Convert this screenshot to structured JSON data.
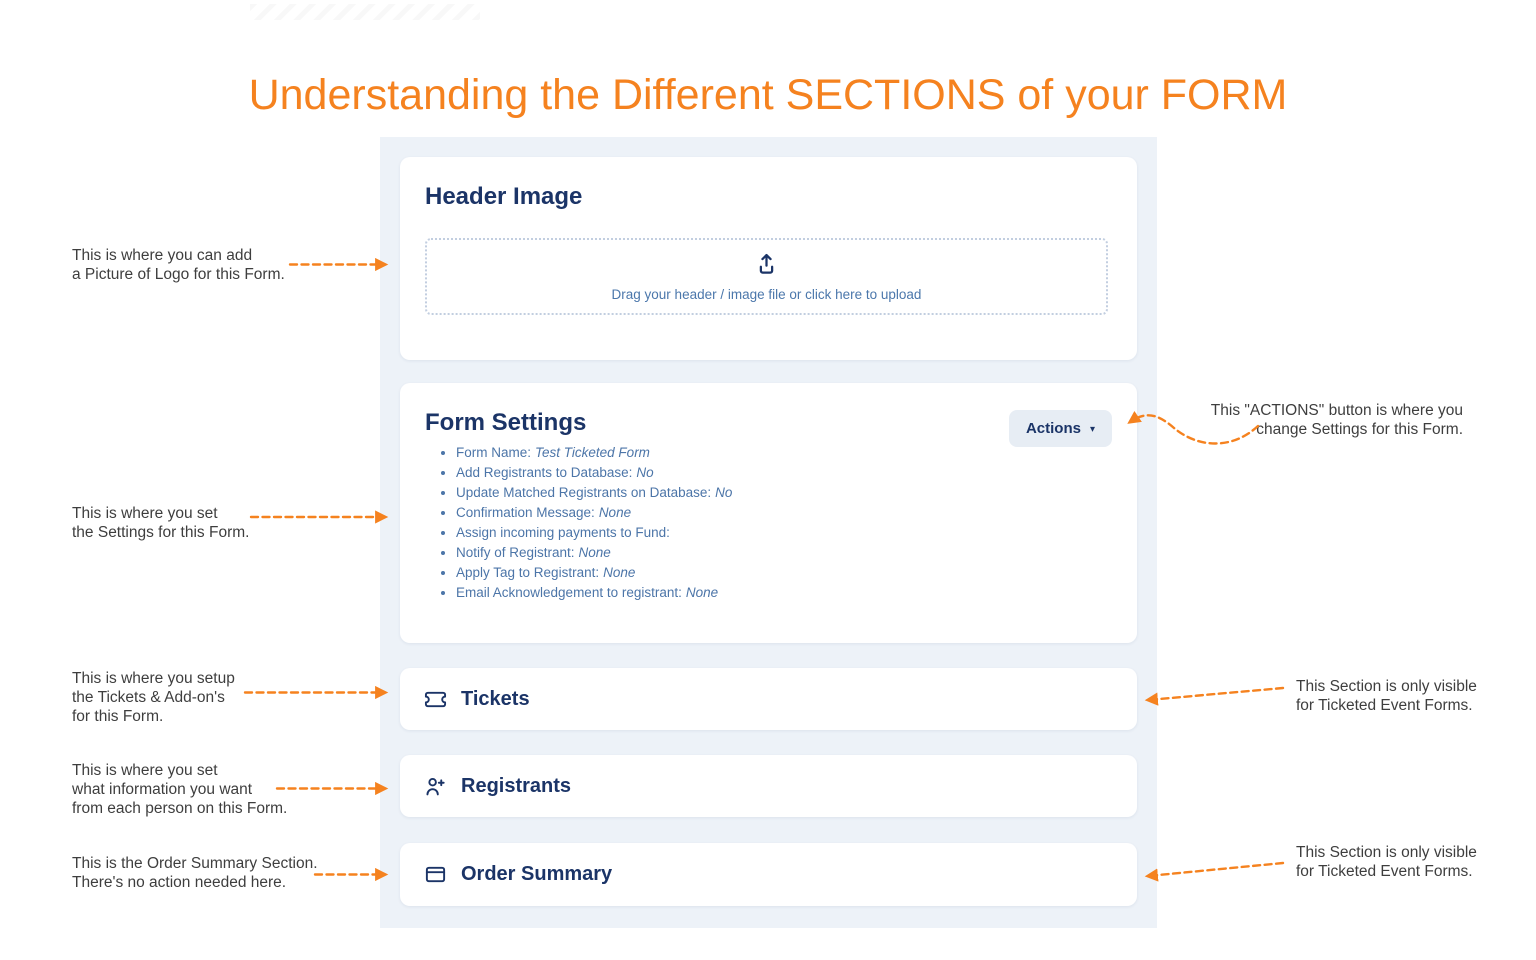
{
  "page": {
    "title": "Understanding the Different SECTIONS of your FORM"
  },
  "colors": {
    "accent_orange": "#F5821F",
    "heading_navy": "#1B3467",
    "settings_text_blue": "#4C75A8",
    "panel_background": "#EDF2F8",
    "annotation_gray": "#3E3E3E",
    "actions_button_bg": "#E7EDF4"
  },
  "icons": {
    "chevron_down": "▾"
  },
  "form_builder": {
    "header_image": {
      "title": "Header Image",
      "upload_icon": "upload-icon",
      "upload_hint": "Drag your header / image file or click here to upload"
    },
    "form_settings": {
      "title": "Form Settings",
      "actions_button": {
        "label": "Actions",
        "caret_icon": "chevron-down-icon"
      },
      "settings": [
        {
          "label": "Form Name:",
          "value": "Test Ticketed Form"
        },
        {
          "label": "Add Registrants to Database:",
          "value": "No"
        },
        {
          "label": "Update Matched Registrants on Database:",
          "value": "No"
        },
        {
          "label": "Confirmation Message:",
          "value": "None"
        },
        {
          "label": "Assign incoming payments to Fund:",
          "value": ""
        },
        {
          "label": "Notify of Registrant:",
          "value": "None"
        },
        {
          "label": "Apply Tag to Registrant:",
          "value": "None"
        },
        {
          "label": "Email Acknowledgement to registrant:",
          "value": "None"
        }
      ]
    },
    "sections": [
      {
        "icon": "ticket-icon",
        "title": "Tickets"
      },
      {
        "icon": "person-add-icon",
        "title": "Registrants"
      },
      {
        "icon": "credit-card-icon",
        "title": "Order Summary"
      }
    ]
  },
  "annotations": {
    "left": [
      {
        "lines": [
          "This is where you can add",
          "a Picture of Logo for this Form."
        ]
      },
      {
        "lines": [
          "This is where you set",
          "the Settings for this Form."
        ]
      },
      {
        "lines": [
          "This is where you setup",
          "the Tickets & Add-on's",
          "for this Form."
        ]
      },
      {
        "lines": [
          "This is where you set",
          "what information you want",
          "from each person on this Form."
        ]
      },
      {
        "lines": [
          "This is the Order Summary Section.",
          "There's no action needed here."
        ]
      }
    ],
    "right": [
      {
        "lines": [
          "This \"ACTIONS\" button is where you",
          "change Settings for this Form."
        ]
      },
      {
        "lines": [
          "This Section is only visible",
          "for Ticketed Event Forms."
        ]
      },
      {
        "lines": [
          "This Section is only visible",
          "for Ticketed Event Forms."
        ]
      }
    ]
  }
}
